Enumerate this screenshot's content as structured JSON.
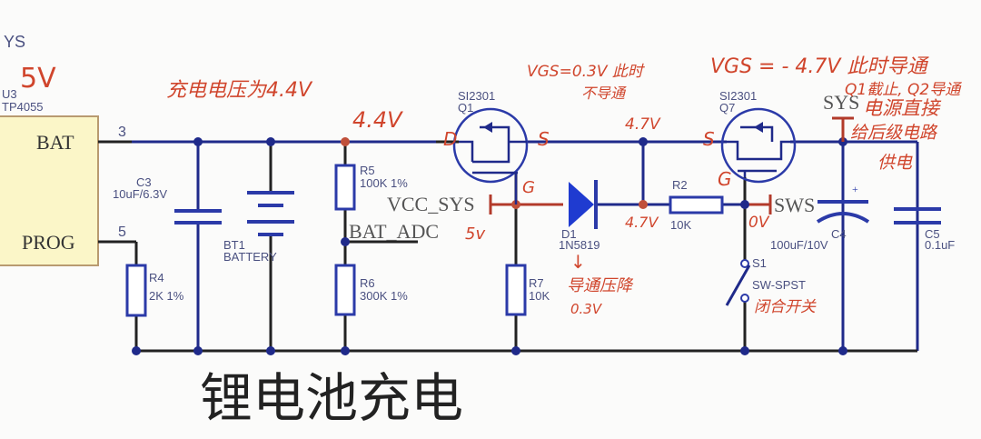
{
  "title": "锂电池充电",
  "colors": {
    "wire": "#1f2a8a",
    "annotation": "#d0452c",
    "ic_fill": "#fbf6c8"
  },
  "u3": {
    "ref": "U3",
    "part": "TP4055",
    "top_label": "YS",
    "pin_bat": "BAT",
    "pin_prog": "PROG",
    "pin_bat_num": "3",
    "pin_prog_num": "5"
  },
  "components": {
    "c3": {
      "ref": "C3",
      "value": "10uF/6.3V"
    },
    "bt1": {
      "ref": "BT1",
      "value": "BATTERY"
    },
    "r5": {
      "ref": "R5",
      "value": "100K 1%"
    },
    "r6": {
      "ref": "R6",
      "value": "300K 1%"
    },
    "r4": {
      "ref": "R4",
      "value": "2K 1%"
    },
    "q1": {
      "part": "SI2301",
      "ref": "Q1"
    },
    "q7": {
      "part": "SI2301",
      "ref": "Q7"
    },
    "d1": {
      "ref": "D1",
      "value": "1N5819"
    },
    "r7": {
      "ref": "R7",
      "value": "10K"
    },
    "r2": {
      "ref": "R2",
      "value": "10K"
    },
    "s1": {
      "ref": "S1",
      "value": "SW-SPST"
    },
    "c4": {
      "ref": "C4",
      "value": "100uF/10V"
    },
    "c5": {
      "ref": "C5",
      "value": "0.1uF"
    }
  },
  "nets": {
    "vcc_sys": "VCC_SYS",
    "bat_adc": "BAT_ADC",
    "sws": "SWS",
    "sys": "SYS"
  },
  "annotations": {
    "v5_top": "5V",
    "charge_voltage": "充电电压为4.4V",
    "v44": "4.4V",
    "q1_d": "D",
    "q1_s": "S",
    "q1_g": "G",
    "v5_gate": "5v",
    "q1_vgs_1": "VGS=0.3V 此时",
    "q1_vgs_2": "不导通",
    "v47_top": "4.7V",
    "v47_node": "4.7V",
    "q7_s": "S",
    "q7_g": "G",
    "v0": "0V",
    "diode_note": "导通压降",
    "diode_drop": "0.3V",
    "arrow": "↓",
    "switch_note": "闭合开关",
    "q7_vgs": "VGS = - 4.7V 此时导通",
    "q_state": "Q1截止, Q2导通",
    "power_1": "电源直接",
    "power_2": "给后级电路",
    "power_3": "供电"
  }
}
